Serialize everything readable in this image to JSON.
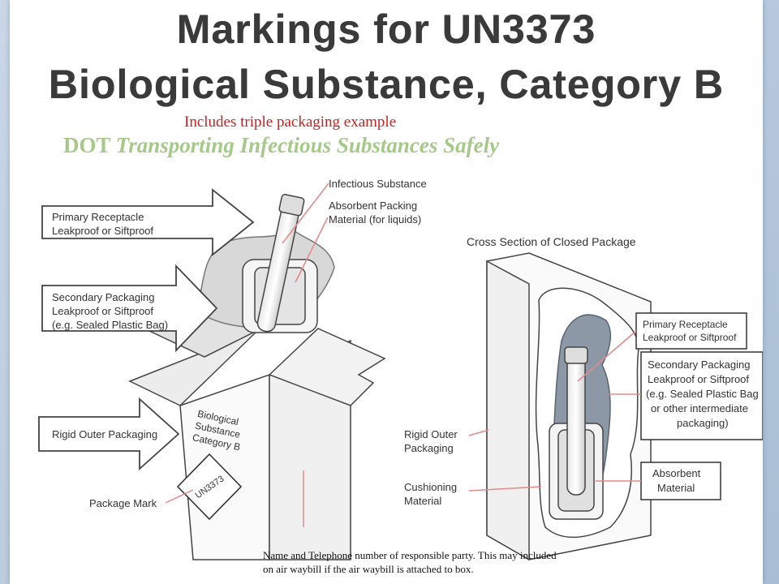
{
  "title": {
    "line1": "Markings for UN3373",
    "line2": "Biological Substance, Category B"
  },
  "subtitle": "Includes triple packaging example",
  "source": {
    "dot": "DOT",
    "rest": "Transporting Infectious Substances Safely"
  },
  "left_figure": {
    "infectious_substance": "Infectious Substance",
    "absorbent_line1": "Absorbent Packing",
    "absorbent_line2": "Material (for liquids)",
    "primary_line1": "Primary Receptacle",
    "primary_line2": "Leakproof or Siftproof",
    "secondary_line1": "Secondary Packaging",
    "secondary_line2": "Leakproof or Siftproof",
    "secondary_line3": "(e.g. Sealed Plastic Bag)",
    "rigid_outer": "Rigid Outer Packaging",
    "package_mark": "Package Mark",
    "box_text_line1": "Biological",
    "box_text_line2": "Substance",
    "box_text_line3": "Category B",
    "diamond_text": "UN3373"
  },
  "right_figure": {
    "title": "Cross Section of Closed Package",
    "primary_line1": "Primary Receptacle",
    "primary_line2": "Leakproof or Siftproof",
    "secondary_line1": "Secondary Packaging",
    "secondary_line2": "Leakproof or Siftproof",
    "secondary_line3": "(e.g. Sealed Plastic Bag",
    "secondary_line4": "or other intermediate",
    "secondary_line5": "packaging)",
    "rigid_line1": "Rigid Outer",
    "rigid_line2": "Packaging",
    "cushion_line1": "Cushioning",
    "cushion_line2": "Material",
    "absorbent_line1": "Absorbent",
    "absorbent_line2": "Material"
  },
  "note": {
    "line1": "Name and Telephone number of responsible party.  This may included",
    "line2": "on air waybill if the air waybill is attached to box."
  },
  "colors": {
    "title": "#3a3a3a",
    "subtitle": "#cc1f1f",
    "source": "#a6c98a",
    "pointer": "#e28a8a",
    "ink": "#333333",
    "background": "#b8cbe0"
  }
}
